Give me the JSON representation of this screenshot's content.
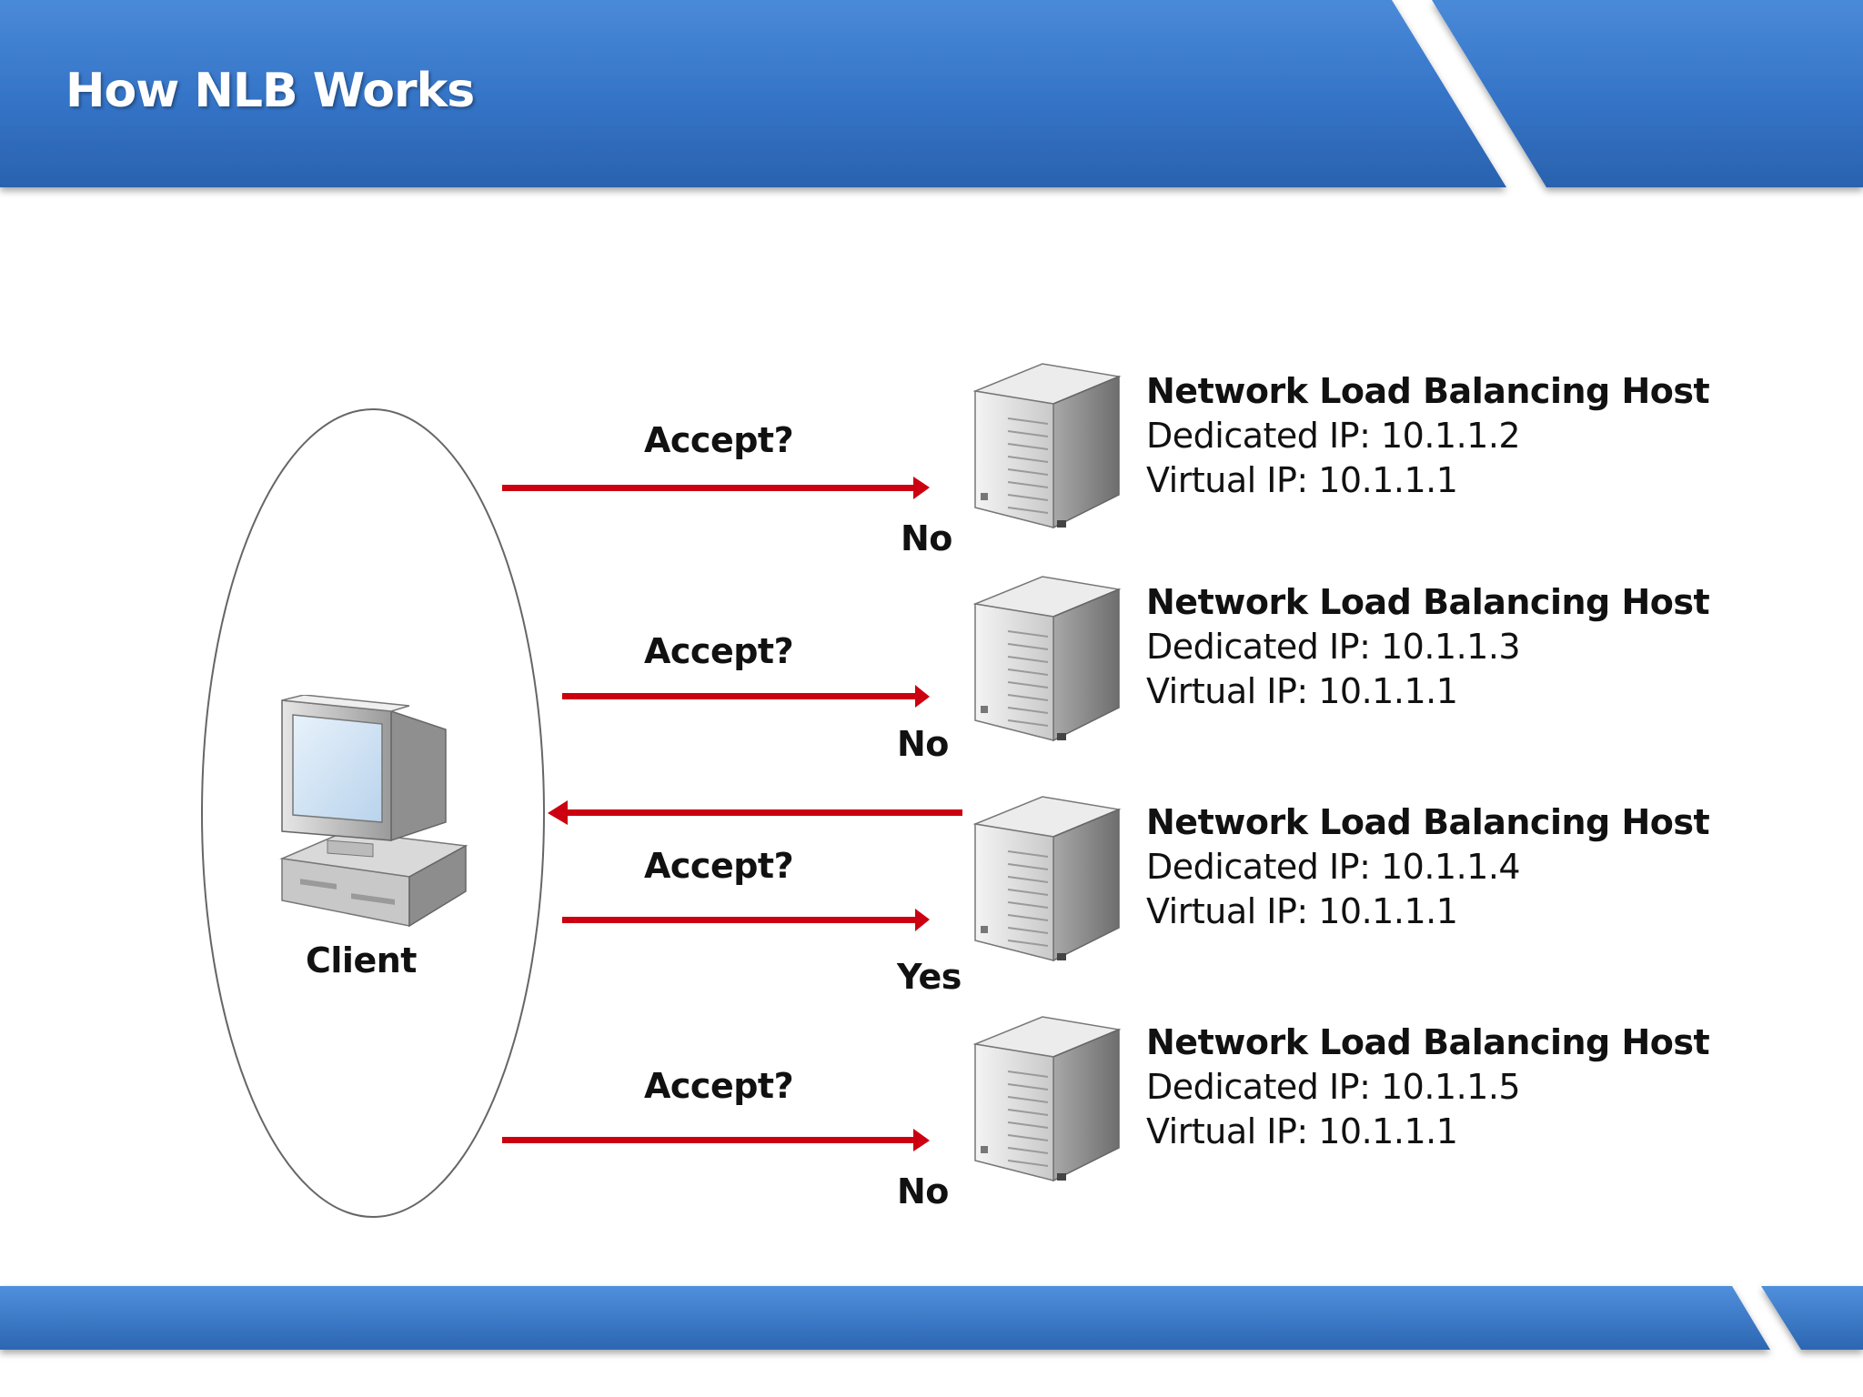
{
  "slide": {
    "title": "How NLB Works"
  },
  "client": {
    "label": "Client"
  },
  "hosts": [
    {
      "name": "Network Load Balancing Host",
      "dedicated": "Dedicated IP: 10.1.1.2",
      "virtual": "Virtual IP: 10.1.1.1",
      "request_label": "Accept?",
      "answer": "No"
    },
    {
      "name": "Network Load Balancing Host",
      "dedicated": "Dedicated IP: 10.1.1.3",
      "virtual": "Virtual IP: 10.1.1.1",
      "request_label": "Accept?",
      "answer": "No"
    },
    {
      "name": "Network Load Balancing Host",
      "dedicated": "Dedicated IP: 10.1.1.4",
      "virtual": "Virtual IP: 10.1.1.1",
      "request_label": "Accept?",
      "answer": "Yes"
    },
    {
      "name": "Network Load Balancing Host",
      "dedicated": "Dedicated IP: 10.1.1.5",
      "virtual": "Virtual IP: 10.1.1.1",
      "request_label": "Accept?",
      "answer": "No"
    }
  ],
  "colors": {
    "banner": "#2f6fbe",
    "banner_light": "#4a8ad8",
    "arrow": "#cc0011"
  },
  "icons": {
    "client": "desktop-computer-icon",
    "host": "tower-server-icon"
  }
}
